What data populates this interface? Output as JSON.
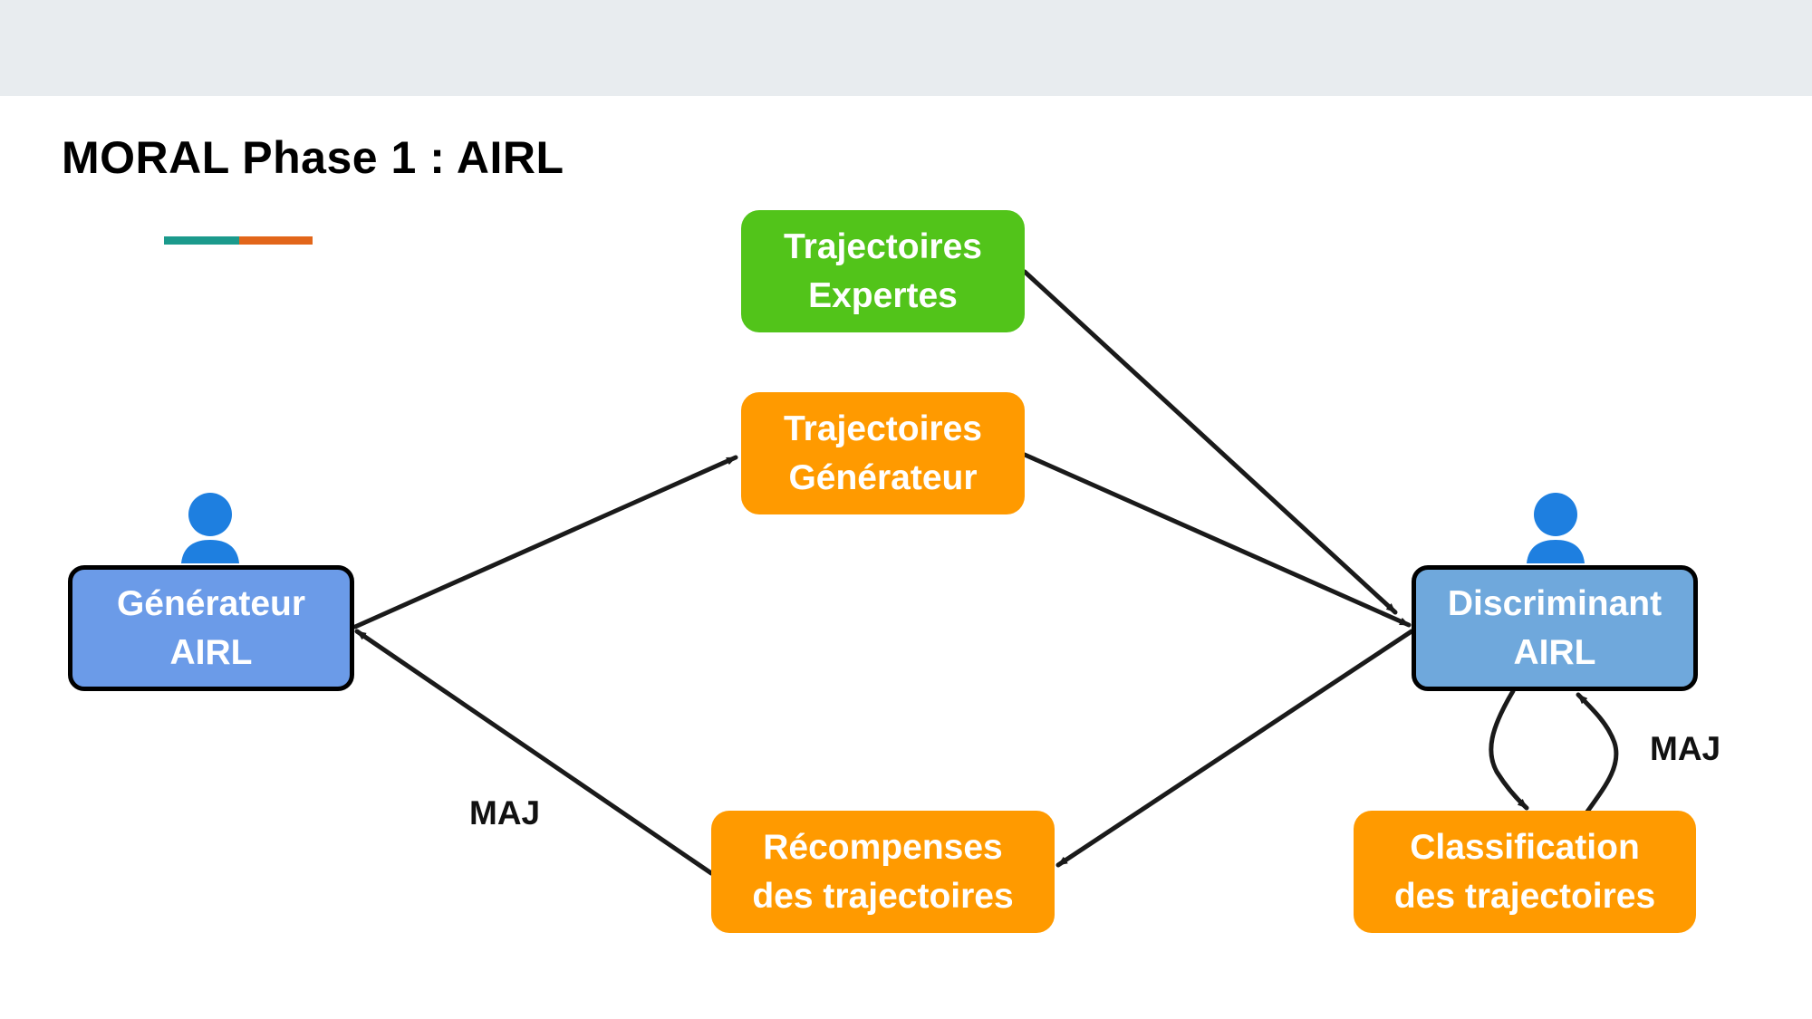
{
  "slide": {
    "title": "MORAL Phase 1 : AIRL",
    "accent_colors": [
      "#1b9a8c",
      "#e2661a"
    ]
  },
  "nodes": {
    "expert": {
      "line1": "Trajectoires",
      "line2": "Expertes",
      "color": "#52c41a"
    },
    "gen_traj": {
      "line1": "Trajectoires",
      "line2": "Générateur",
      "color": "#ff9a00"
    },
    "generator": {
      "line1": "Générateur",
      "line2": "AIRL",
      "color": "#6b9be8",
      "icon": "person-icon"
    },
    "discriminator": {
      "line1": "Discriminant",
      "line2": "AIRL",
      "color": "#6fa8dc",
      "icon": "person-icon"
    },
    "rewards": {
      "line1": "Récompenses",
      "line2": "des trajectoires",
      "color": "#ff9a00"
    },
    "classification": {
      "line1": "Classification",
      "line2": "des trajectoires",
      "color": "#ff9a00"
    }
  },
  "edge_labels": {
    "maj_left": "MAJ",
    "maj_right": "MAJ"
  },
  "colors": {
    "arrow": "#1a1a1a",
    "person": "#1e7fe0"
  }
}
